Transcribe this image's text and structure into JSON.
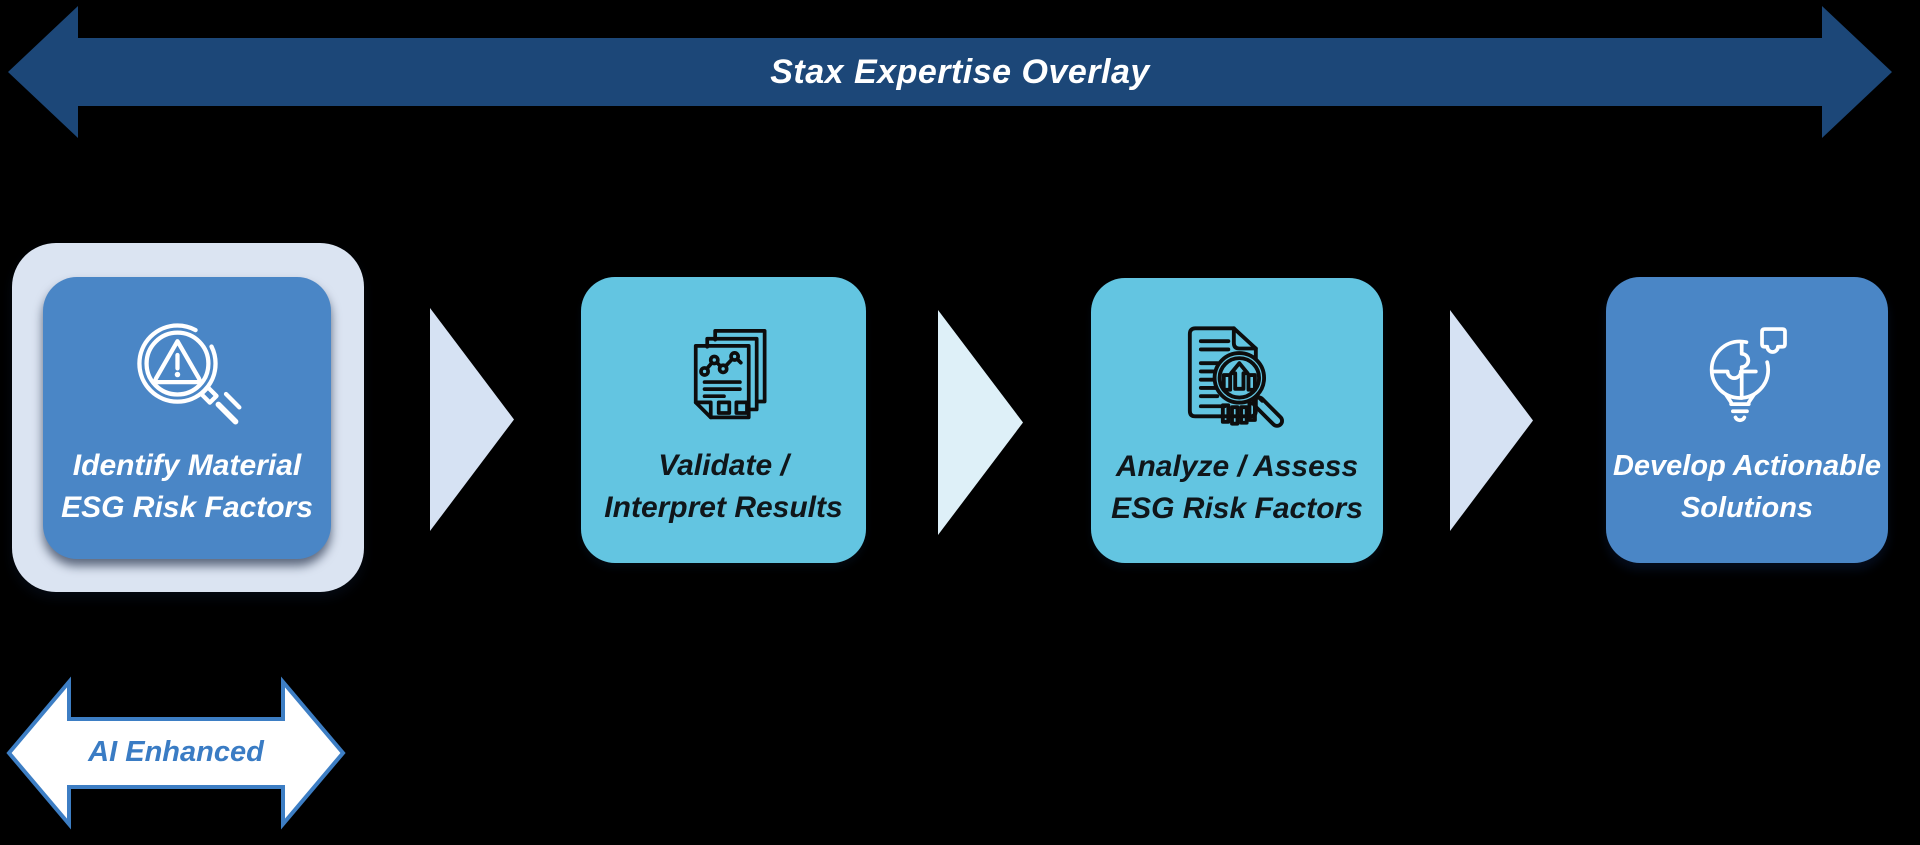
{
  "banner": {
    "label": "Stax Expertise Overlay"
  },
  "steps": [
    {
      "line1": "Identify Material",
      "line2": "ESG Risk Factors",
      "icon": "magnifier-warning-icon",
      "bg": "#4a86c6",
      "text_color": "#ffffff",
      "highlighted": true
    },
    {
      "line1": "Validate /",
      "line2": "Interpret Results",
      "icon": "report-stack-chart-icon",
      "bg": "#63c5e1",
      "text_color": "#10161a",
      "highlighted": false
    },
    {
      "line1": "Analyze / Assess",
      "line2": "ESG Risk Factors",
      "icon": "document-magnifier-chart-icon",
      "bg": "#63c5e1",
      "text_color": "#10161a",
      "highlighted": false
    },
    {
      "line1": "Develop Actionable",
      "line2": "Solutions",
      "icon": "puzzle-lightbulb-icon",
      "bg": "#4a86c6",
      "text_color": "#ffffff",
      "highlighted": false
    }
  ],
  "connectors": [
    {
      "direction": "right",
      "color": "#d6e2f3"
    },
    {
      "direction": "right",
      "color": "#def0f8"
    },
    {
      "direction": "right",
      "color": "#d6e2f3"
    }
  ],
  "ai_arrow": {
    "label": "AI Enhanced",
    "fill": "#ffffff",
    "stroke": "#3d7ec4",
    "text_color": "#3a7cc4"
  },
  "colors": {
    "background": "#000000",
    "banner": "#1c4778",
    "banner_text": "#ffffff",
    "step_blue": "#4a86c6",
    "step_teal": "#63c5e1",
    "highlight_card": "#dbe4f2",
    "light_icon": "#ffffff",
    "dark_icon": "#0d0d0d"
  }
}
